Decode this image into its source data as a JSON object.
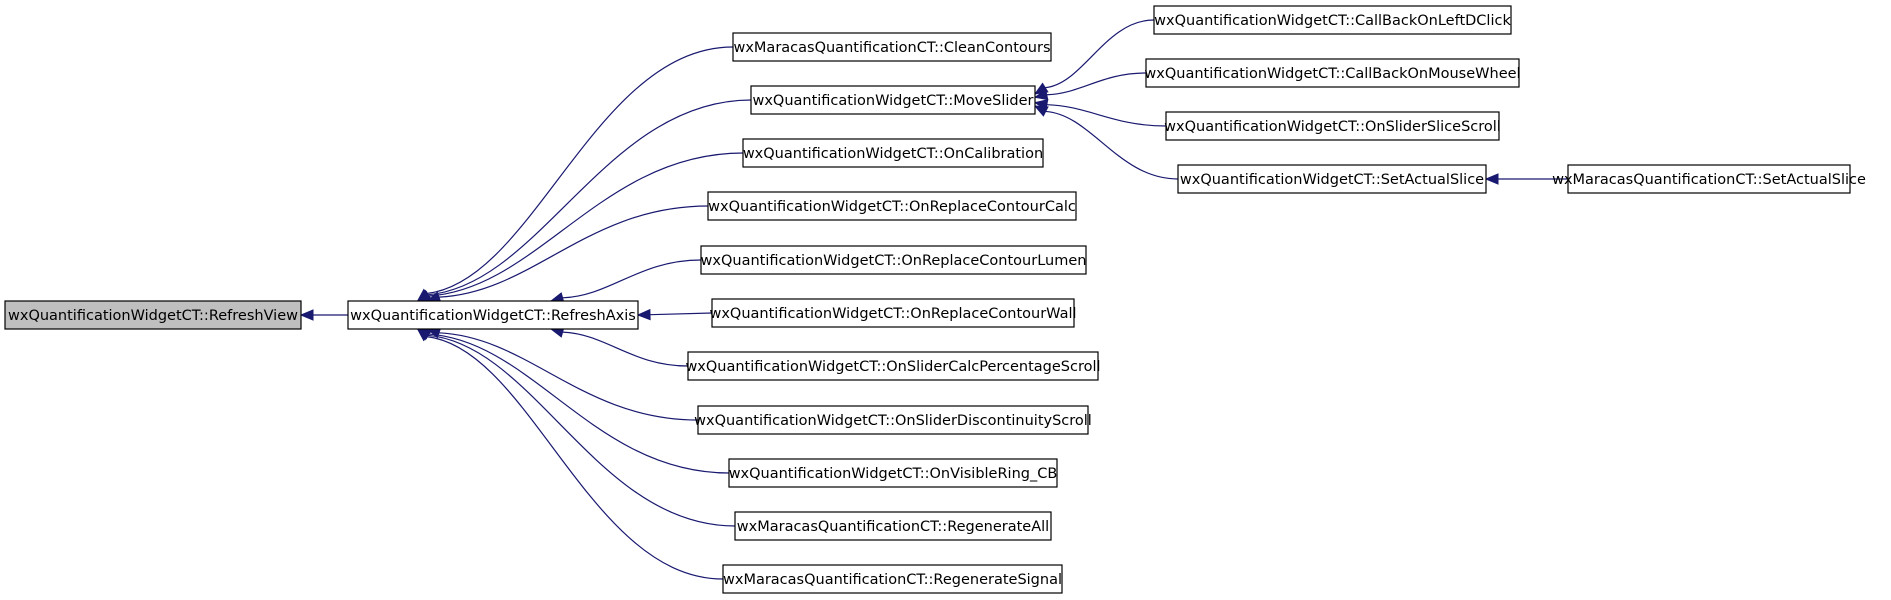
{
  "nodes": [
    {
      "id": "refresh_view",
      "label": "wxQuantificationWidgetCT::RefreshView"
    },
    {
      "id": "refresh_axis",
      "label": "wxQuantificationWidgetCT::RefreshAxis"
    },
    {
      "id": "clean_contours",
      "label": "wxMaracasQuantificationCT::CleanContours"
    },
    {
      "id": "move_slider",
      "label": "wxQuantificationWidgetCT::MoveSlider"
    },
    {
      "id": "on_calibration",
      "label": "wxQuantificationWidgetCT::OnCalibration"
    },
    {
      "id": "on_replace_contour_calc",
      "label": "wxQuantificationWidgetCT::OnReplaceContourCalc"
    },
    {
      "id": "on_replace_contour_lumen",
      "label": "wxQuantificationWidgetCT::OnReplaceContourLumen"
    },
    {
      "id": "on_replace_contour_wall",
      "label": "wxQuantificationWidgetCT::OnReplaceContourWall"
    },
    {
      "id": "on_slider_calc_percentage_scroll",
      "label": "wxQuantificationWidgetCT::OnSliderCalcPercentageScroll"
    },
    {
      "id": "on_slider_discontinuity_scroll",
      "label": "wxQuantificationWidgetCT::OnSliderDiscontinuityScroll"
    },
    {
      "id": "on_visible_ring_cb",
      "label": "wxQuantificationWidgetCT::OnVisibleRing_CB"
    },
    {
      "id": "regenerate_all",
      "label": "wxMaracasQuantificationCT::RegenerateAll"
    },
    {
      "id": "regenerate_signal",
      "label": "wxMaracasQuantificationCT::RegenerateSignal"
    },
    {
      "id": "call_back_on_left_dclick",
      "label": "wxQuantificationWidgetCT::CallBackOnLeftDClick"
    },
    {
      "id": "call_back_on_mouse_wheel",
      "label": "wxQuantificationWidgetCT::CallBackOnMouseWheel"
    },
    {
      "id": "on_slider_slice_scroll",
      "label": "wxQuantificationWidgetCT::OnSliderSliceScroll"
    },
    {
      "id": "set_actual_slice",
      "label": "wxQuantificationWidgetCT::SetActualSlice"
    },
    {
      "id": "maracas_set_actual_slice",
      "label": "wxMaracasQuantificationCT::SetActualSlice"
    }
  ],
  "edges": [
    {
      "from": "refresh_axis",
      "to": "refresh_view"
    },
    {
      "from": "clean_contours",
      "to": "refresh_axis"
    },
    {
      "from": "move_slider",
      "to": "refresh_axis"
    },
    {
      "from": "on_calibration",
      "to": "refresh_axis"
    },
    {
      "from": "on_replace_contour_calc",
      "to": "refresh_axis"
    },
    {
      "from": "on_replace_contour_lumen",
      "to": "refresh_axis"
    },
    {
      "from": "on_replace_contour_wall",
      "to": "refresh_axis"
    },
    {
      "from": "on_slider_calc_percentage_scroll",
      "to": "refresh_axis"
    },
    {
      "from": "on_slider_discontinuity_scroll",
      "to": "refresh_axis"
    },
    {
      "from": "on_visible_ring_cb",
      "to": "refresh_axis"
    },
    {
      "from": "regenerate_all",
      "to": "refresh_axis"
    },
    {
      "from": "regenerate_signal",
      "to": "refresh_axis"
    },
    {
      "from": "call_back_on_left_dclick",
      "to": "move_slider"
    },
    {
      "from": "call_back_on_mouse_wheel",
      "to": "move_slider"
    },
    {
      "from": "on_slider_slice_scroll",
      "to": "move_slider"
    },
    {
      "from": "set_actual_slice",
      "to": "move_slider"
    },
    {
      "from": "maracas_set_actual_slice",
      "to": "set_actual_slice"
    }
  ],
  "colors": {
    "edge": "#191970",
    "root_fill": "#bfbfbf",
    "node_fill": "#ffffff",
    "node_border": "#000000"
  }
}
